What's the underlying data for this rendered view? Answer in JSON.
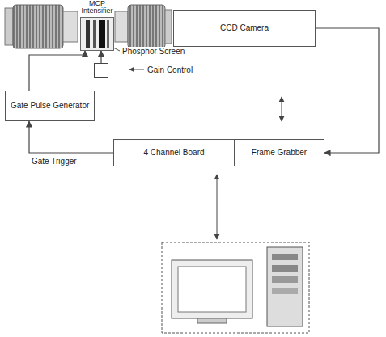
{
  "diagram": {
    "nodes": [
      {
        "text": [
          "MCP Intensifier"
        ]
      },
      {
        "text": [
          "CCD Camera"
        ]
      },
      {
        "text": [
          "Gain Control"
        ]
      },
      {
        "text": [
          "Gate Pulse Generator"
        ]
      },
      {
        "text": [
          "4 Channel Board"
        ]
      },
      {
        "text": [
          "Frame Grabber"
        ]
      }
    ],
    "edges": [
      {
        "from": 3,
        "to": 0,
        "arrow": "to"
      },
      {
        "from": 2,
        "to": 0,
        "arrow": "to"
      },
      {
        "from": 4,
        "to": 3,
        "label": "Gate Trigger",
        "arrow": "to"
      },
      {
        "from": 1,
        "to": 5,
        "arrow": "to"
      }
    ],
    "labels": [
      "Phosphor Screen"
    ]
  }
}
